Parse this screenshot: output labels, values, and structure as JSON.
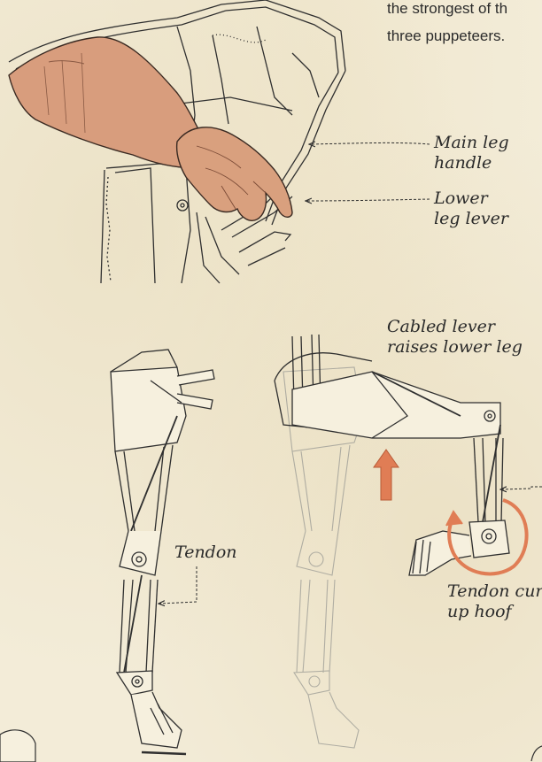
{
  "caption": {
    "line1": "the strongest of th",
    "line2": "three puppeteers."
  },
  "labels": {
    "main_leg_handle": [
      "Main leg",
      "handle"
    ],
    "lower_leg_lever": [
      "Lower",
      "leg lever"
    ],
    "cabled_lever": [
      "Cabled lever",
      "raises lower leg"
    ],
    "tendon": "Tendon",
    "tendon_curls": [
      "Tendon curl",
      "up hoof"
    ]
  },
  "colors": {
    "skin": "#d9a07e",
    "sleeve": "#d89d7d",
    "ink": "#2f2f2f",
    "arrow_orange": "#e07d55",
    "paper": "#f3ecd8"
  }
}
